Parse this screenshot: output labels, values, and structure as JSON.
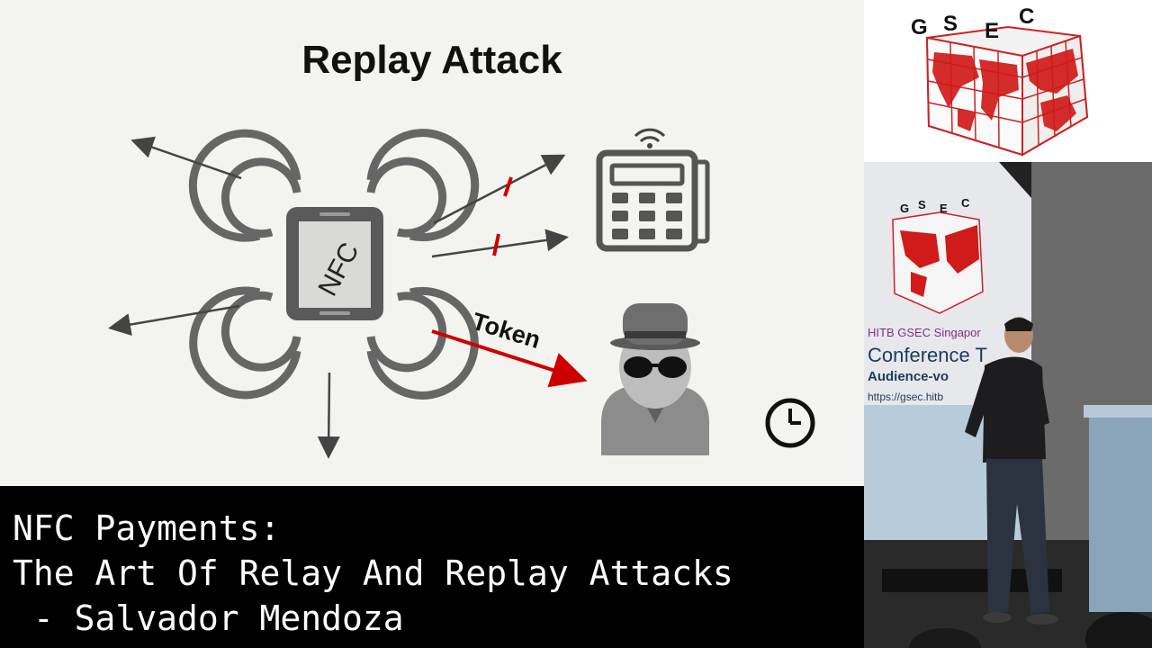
{
  "slide": {
    "title": "Replay Attack",
    "phone_label": "NFC",
    "token_label": "Token"
  },
  "caption": {
    "line1": "NFC Payments:",
    "line2": "The Art Of Relay And Replay Attacks",
    "line3": " - Salvador Mendoza"
  },
  "logo": {
    "letters": [
      "G",
      "S",
      "E",
      "C"
    ]
  },
  "banner": {
    "org": "HITB GSEC Singapor",
    "headline": "Conference T",
    "subline": "Audience-vo",
    "url": "https://gsec.hitb"
  },
  "colors": {
    "slide_bg": "#f3f3ef",
    "icon_gray": "#555555",
    "accent_red": "#cc0000",
    "caption_bg": "#000000",
    "logo_red": "#d11a1a"
  }
}
